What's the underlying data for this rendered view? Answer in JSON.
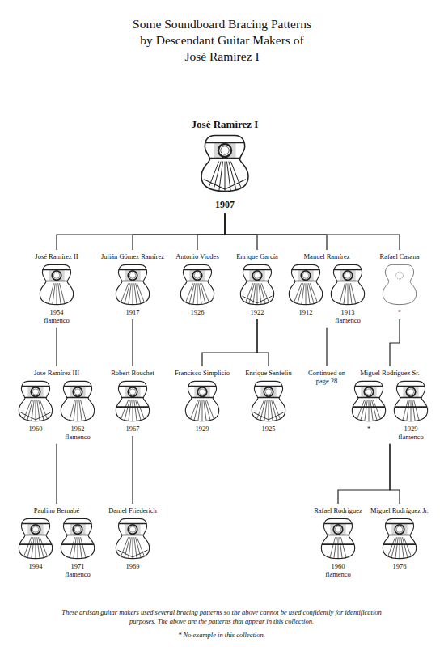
{
  "diagram": {
    "title": "Some Soundboard Bracing Patterns by Descendant Guitar Makers of José Ramírez I",
    "caption": "These artisan guitar makers used several bracing patterns so the above cannot be used confidently for identification purposes. The above are the patterns that appear in this collection.",
    "nodes": [
      {
        "text": [
          "José Ramírez I",
          "1907"
        ]
      },
      {
        "text": [
          "José Ramírez II",
          "1954 flamenco"
        ]
      },
      {
        "text": [
          "Julián Gómez Ramírez",
          "1917"
        ]
      },
      {
        "text": [
          "Antonio Viudes",
          "1926"
        ]
      },
      {
        "text": [
          "Enrique García",
          "1922"
        ]
      },
      {
        "text": [
          "Manuel Ramírez",
          "1912",
          "1913 flamenco"
        ]
      },
      {
        "text": [
          "Rafael Casana",
          "*"
        ]
      },
      {
        "text": [
          "Jose Ramírez III",
          "1960",
          "1962 flamenco"
        ]
      },
      {
        "text": [
          "Robert Bouchet",
          "1967"
        ]
      },
      {
        "text": [
          "Francisco Simplicio",
          "1929"
        ]
      },
      {
        "text": [
          "Enrique Sanfeliu",
          "1925"
        ]
      },
      {
        "text": [
          "Miguel Rodríguez Sr.",
          "*",
          "1929 flamenco"
        ]
      },
      {
        "text": [
          "Paulino Bernabé",
          "1994",
          "1971 flamenco"
        ]
      },
      {
        "text": [
          "Daniel Friederich",
          "1969"
        ]
      },
      {
        "text": [
          "Rafael Rodriguez",
          "1960 flamenco"
        ]
      },
      {
        "text": [
          "Miguel Rodríguez Jr.",
          "1976"
        ]
      }
    ],
    "edges": [
      {
        "from": 0,
        "to": 1,
        "arrow": "none"
      },
      {
        "from": 0,
        "to": 2,
        "arrow": "none"
      },
      {
        "from": 0,
        "to": 3,
        "arrow": "none"
      },
      {
        "from": 0,
        "to": 4,
        "arrow": "none"
      },
      {
        "from": 0,
        "to": 5,
        "arrow": "none"
      },
      {
        "from": 0,
        "to": 6,
        "arrow": "none"
      },
      {
        "from": 1,
        "to": 7,
        "arrow": "none"
      },
      {
        "from": 7,
        "to": 12,
        "arrow": "none"
      },
      {
        "from": 2,
        "to": 8,
        "arrow": "none"
      },
      {
        "from": 8,
        "to": 13,
        "arrow": "none"
      },
      {
        "from": 4,
        "to": 9,
        "arrow": "none"
      },
      {
        "from": 4,
        "to": 10,
        "arrow": "none"
      },
      {
        "from": 6,
        "to": 11,
        "arrow": "none"
      },
      {
        "from": 11,
        "to": 14,
        "arrow": "none"
      },
      {
        "from": 11,
        "to": 15,
        "arrow": "none"
      }
    ],
    "labels": [
      "Continued on page 28",
      "* No example in this collection."
    ]
  }
}
